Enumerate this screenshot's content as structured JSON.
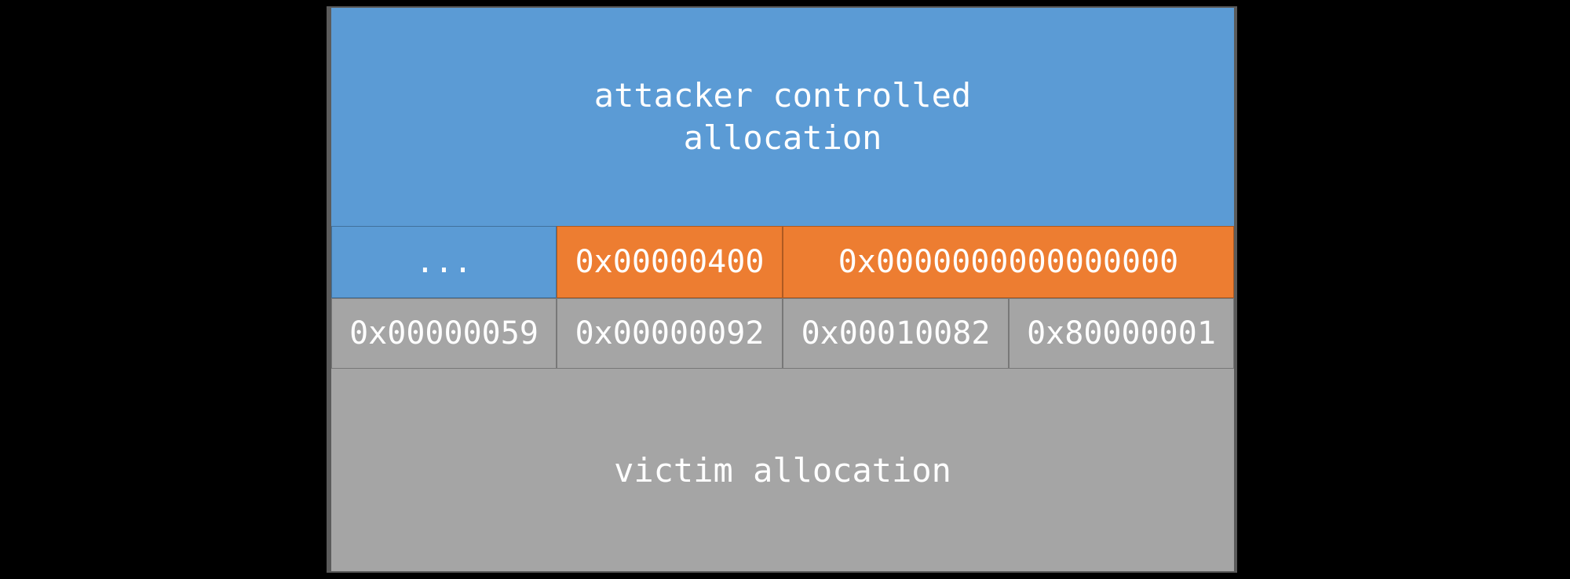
{
  "colors": {
    "attacker": "#5b9bd5",
    "overwrite": "#ed7d31",
    "victim": "#a5a5a5",
    "background": "#000000"
  },
  "attacker_block": {
    "label": "attacker controlled\nallocation"
  },
  "overflow_row": {
    "cells": [
      "...",
      "0x00000400",
      "0x0000000000000000"
    ]
  },
  "header_row": {
    "cells": [
      "0x00000059",
      "0x00000092",
      "0x00010082",
      "0x80000001"
    ]
  },
  "victim_block": {
    "label": "victim allocation"
  }
}
